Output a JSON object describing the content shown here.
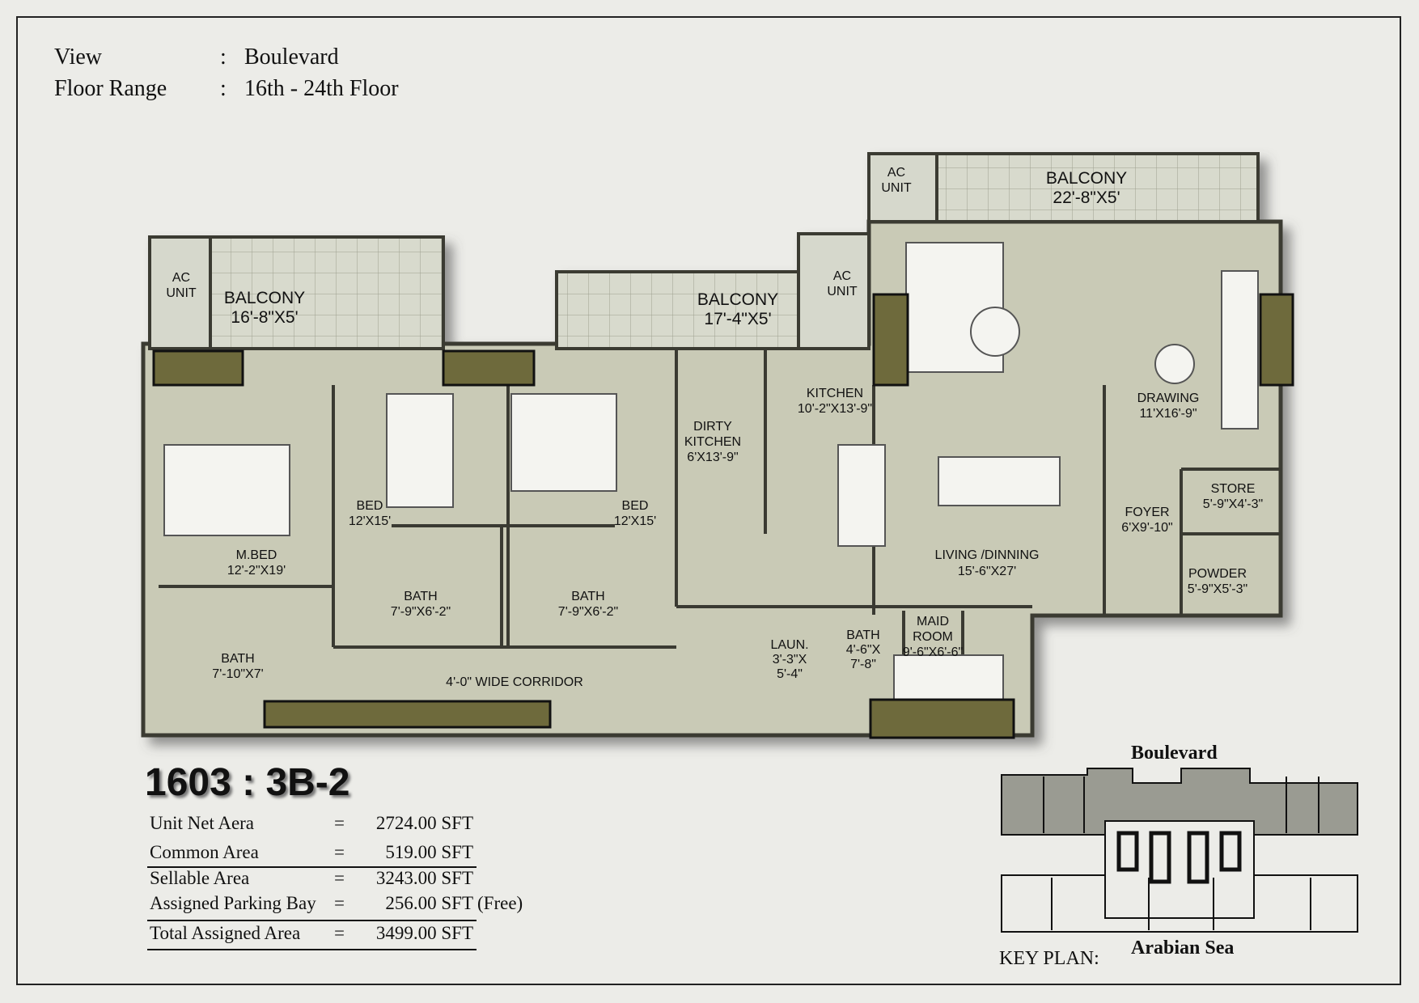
{
  "header": {
    "view_label": "View",
    "view_sep": ":",
    "view_value": "Boulevard",
    "floor_label": "Floor Range",
    "floor_sep": ":",
    "floor_value": "16th - 24th Floor"
  },
  "rooms": {
    "ac1": [
      "AC",
      "UNIT"
    ],
    "balcony1": [
      "BALCONY",
      "16'-8\"X5'"
    ],
    "balcony2": [
      "BALCONY",
      "17'-4\"X5'"
    ],
    "ac2": [
      "AC",
      "UNIT"
    ],
    "ac3": [
      "AC",
      "UNIT"
    ],
    "balcony3": [
      "BALCONY",
      "22'-8\"X5'"
    ],
    "kitchen": [
      "KITCHEN",
      "10'-2\"X13'-9\""
    ],
    "dirty_kitchen": [
      "DIRTY",
      "KITCHEN",
      "6'X13'-9\""
    ],
    "drawing": [
      "DRAWING",
      "11'X16'-9\""
    ],
    "store": [
      "STORE",
      "5'-9\"X4'-3\""
    ],
    "foyer": [
      "FOYER",
      "6'X9'-10\""
    ],
    "powder": [
      "POWDER",
      "5'-9\"X5'-3\""
    ],
    "living": [
      "LIVING /DINNING",
      "15'-6\"X27'"
    ],
    "mbed": [
      "M.BED",
      "12'-2\"X19'"
    ],
    "bed1": [
      "BED",
      "12'X15'"
    ],
    "bed2": [
      "BED",
      "12'X15'"
    ],
    "bath1": [
      "BATH",
      "7'-9\"X6'-2\""
    ],
    "bath2": [
      "BATH",
      "7'-9\"X6'-2\""
    ],
    "bath_m": [
      "BATH",
      "7'-10\"X7'"
    ],
    "corridor": "4'-0\" WIDE CORRIDOR",
    "laundry": [
      "LAUN.",
      "3'-3\"X",
      "5'-4\""
    ],
    "bath_maid": [
      "BATH",
      "4'-6\"X",
      "7'-8\""
    ],
    "maid": [
      "MAID",
      "ROOM",
      "9'-6\"X6'-6\""
    ]
  },
  "unit": {
    "title": "1603 : 3B-2",
    "areas": [
      {
        "label": "Unit Net Aera",
        "eq": "=",
        "value": "2724.00 SFT",
        "note": ""
      },
      {
        "label": "Common Area",
        "eq": "=",
        "value": "519.00 SFT",
        "note": ""
      },
      {
        "label": "Sellable Area",
        "eq": "=",
        "value": "3243.00 SFT",
        "note": ""
      },
      {
        "label": "Assigned Parking Bay",
        "eq": "=",
        "value": "256.00 SFT",
        "note": "(Free)"
      },
      {
        "label": "Total Assigned Area",
        "eq": "=",
        "value": "3499.00 SFT",
        "note": ""
      }
    ]
  },
  "key_plan": {
    "label": "KEY PLAN:",
    "top": "Boulevard",
    "bottom": "Arabian Sea"
  },
  "colors": {
    "floor": "#c9cab6",
    "wall": "#3a3a32",
    "column": "#6e6a3c",
    "balcony": "#d6d8cc"
  }
}
